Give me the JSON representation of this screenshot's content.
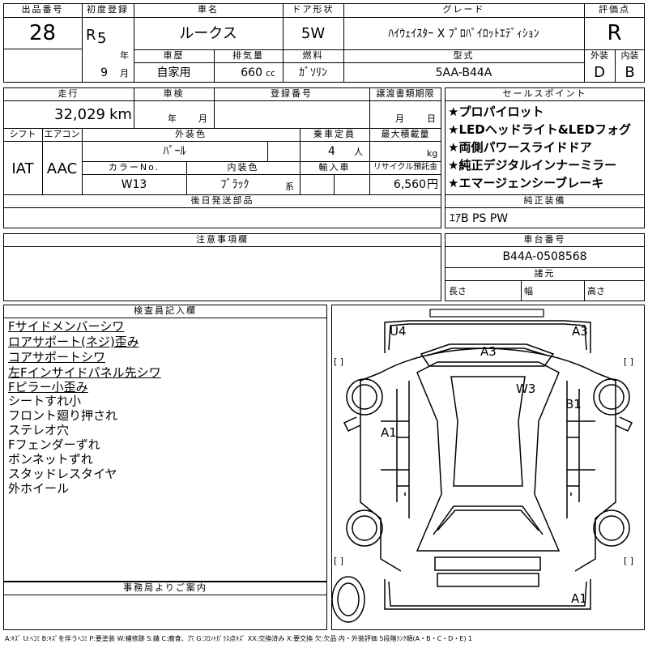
{
  "header": {
    "lot_label": "出品番号",
    "lot_number": "28",
    "first_reg_label": "初度登録",
    "era": "R",
    "year": "5",
    "year_unit": "年",
    "month": "9",
    "month_unit": "月",
    "car_name_label": "車名",
    "car_name": "ルークス",
    "door_label": "ドア形状",
    "door": "5W",
    "grade_label": "グレード",
    "grade": "ﾊｲｳｪｲｽﾀｰ X ﾌﾟﾛﾊﾟｲﾛｯﾄｴﾃﾞｨｼｮﾝ",
    "rating_label": "評価点",
    "rating": "R",
    "history_label": "車歴",
    "history": "自家用",
    "displacement_label": "排気量",
    "displacement": "660",
    "displacement_unit": "cc",
    "fuel_label": "燃料",
    "fuel": "ｶﾞｿﾘﾝ",
    "model_label": "型式",
    "model": "5AA-B44A",
    "exterior_label": "外装",
    "exterior": "D",
    "interior_label": "内装",
    "interior": "B"
  },
  "specs": {
    "mileage_label": "走行",
    "mileage": "32,029",
    "mileage_unit": "km",
    "inspection_label": "車検",
    "inspection_year_unit": "年",
    "inspection_month_unit": "月",
    "reg_number_label": "登録番号",
    "transfer_label": "譲渡書類期限",
    "transfer_month_unit": "月",
    "transfer_day_unit": "日",
    "shift_label": "シフト",
    "shift": "IAT",
    "ac_label": "エアコン",
    "ac": "AAC",
    "ext_color_label": "外装色",
    "ext_color": "ﾊﾟｰﾙ",
    "capacity_label": "乗車定員",
    "capacity": "4",
    "capacity_unit": "人",
    "load_label": "最大積載量",
    "load_unit": "kg",
    "color_no_label": "カラーNo.",
    "color_no": "W13",
    "int_color_label": "内装色",
    "int_color": "ﾌﾞﾗｯｸ",
    "int_color_suffix": "系",
    "import_label": "輸入車",
    "recycle_label": "リサイクル預託金",
    "recycle": "6,560",
    "recycle_unit": "円",
    "later_parts_label": "後日発送部品"
  },
  "sales_points": {
    "label": "セールスポイント",
    "items": [
      "★プロパイロット",
      "★LEDヘッドライト&LEDフォグ",
      "★両側パワースライドドア",
      "★純正デジタルインナーミラー",
      "★エマージェンシーブレーキ"
    ]
  },
  "standard_equipment": {
    "label": "純正装備",
    "value": "ｴｱB PS PW"
  },
  "notes": {
    "label": "注意事項欄"
  },
  "chassis": {
    "label": "車台番号",
    "value": "B44A-0508568",
    "dims_label": "諸元",
    "length": "長さ",
    "width": "幅",
    "height": "高さ"
  },
  "inspector": {
    "label": "検査員記入欄",
    "lines": [
      "Fサイドメンバーシワ",
      "ロアサポート(ネジ)歪み",
      "コアサポートシワ",
      "左Fインサイドパネル先シワ",
      "Fピラー小歪み",
      "シートすれ小",
      "フロント廻り押され",
      "ステレオ穴",
      "Fフェンダーずれ",
      "ボンネットずれ",
      "スタッドレスタイヤ",
      "外ホイール"
    ]
  },
  "office": {
    "label": "事務局よりご案内"
  },
  "diagram": {
    "marks": {
      "u4": "U4",
      "a3_top": "A3",
      "a3_windshield": "A3",
      "w3": "W3",
      "b1": "B1",
      "a1_left": "A1",
      "a1_bottom": "A1"
    },
    "bracket": "[ ]"
  },
  "legend": "A:ｷｽﾞ U:ﾍｺﾐ B:ｷｽﾞを伴うﾍｺﾐ P:要塗装 W:補修跡 S:錆 C:腐食、穴 G:ﾌﾛﾝﾄｶﾞﾗｽ点ｷｽﾞ XX:交換済み X:要交換 欠:欠品 内・外装評価 5段階ﾗﾝｸ順(A・B・C・D・E) 1"
}
